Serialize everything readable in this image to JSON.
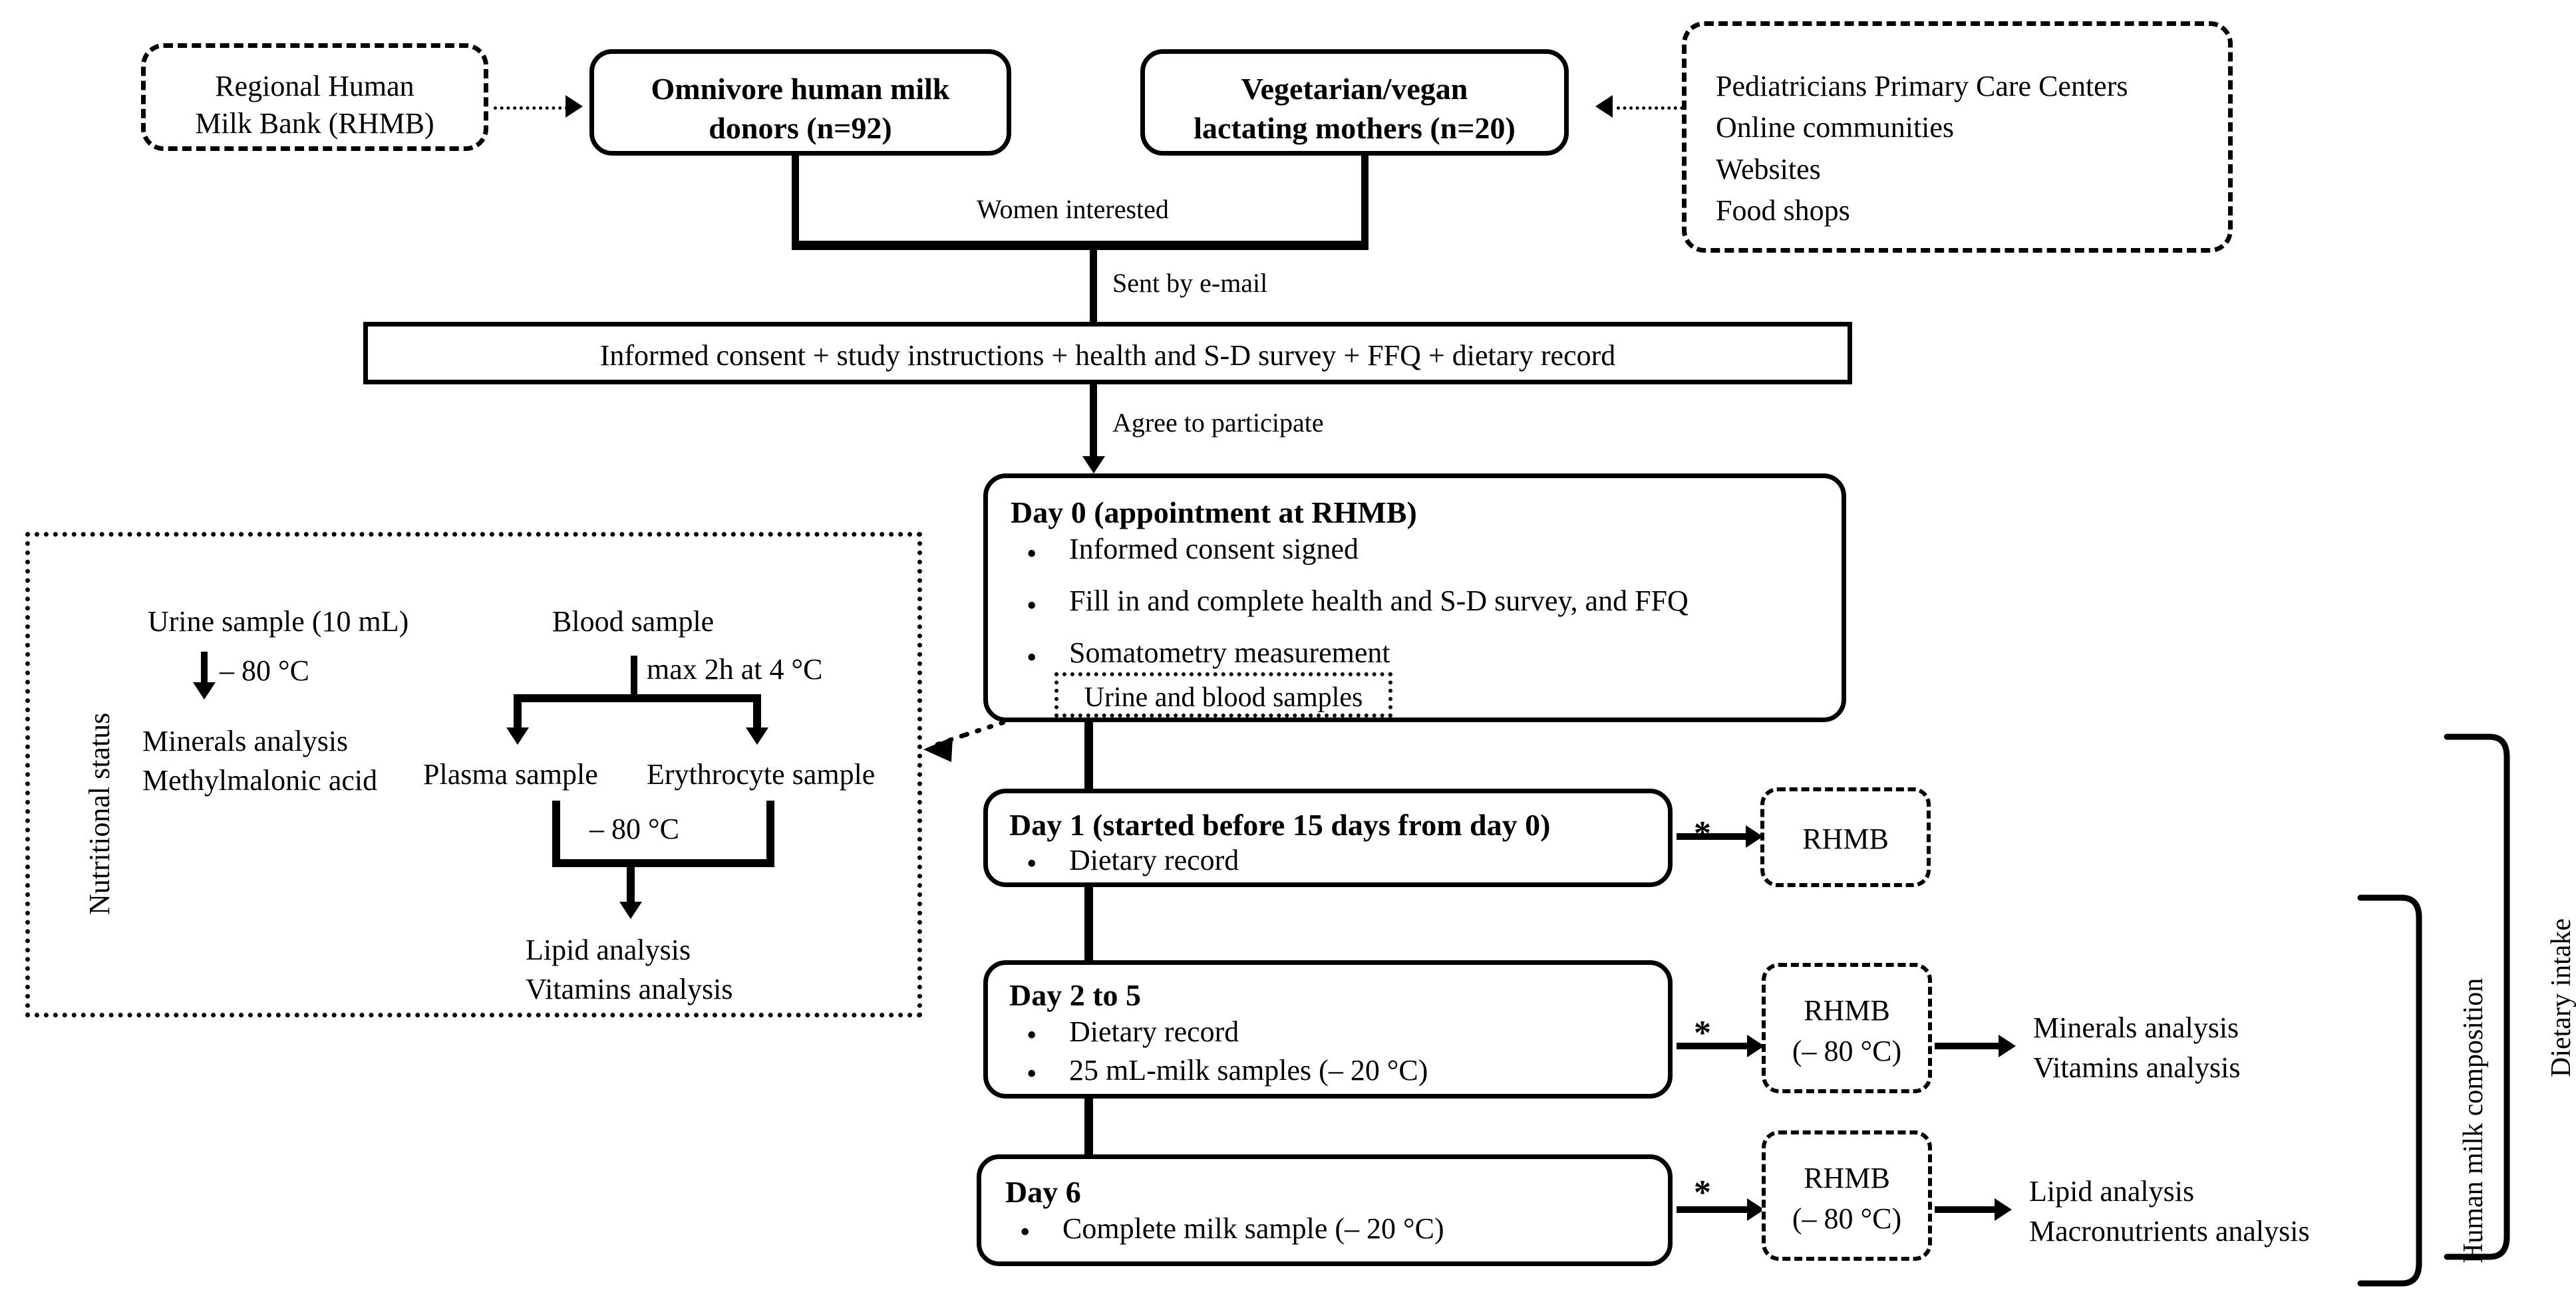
{
  "figure": {
    "type": "study-design-flowchart",
    "title": "Study design flowchart of human milk donors and vegetarian/vegan lactating mothers"
  },
  "recruitment": {
    "rhmb_source": "Regional Human\nMilk Bank (RHMB)",
    "omnivore_group": "Omnivore human milk\ndonors (n=92)",
    "vegetarian_group": "Vegetarian/vegan\nlactating mothers (n=20)",
    "other_sources": "Pediatricians Primary Care Centers\nOnline communities\nWebsites\nFood shops",
    "women_interested_label": "Women interested",
    "sent_by_email_label": "Sent by e-mail",
    "agree_to_participate_label": "Agree to participate"
  },
  "consent_bar": {
    "text": "Informed consent + study instructions + health and S-D survey + FFQ + dietary record"
  },
  "day0": {
    "title": "Day 0 (appointment at RHMB)",
    "bullets": [
      "Informed consent signed",
      "Fill in and complete health and S-D survey, and FFQ",
      "Somatometry measurement"
    ],
    "samples_box": "Urine and blood samples"
  },
  "day1": {
    "title": "Day 1 (started before 15 days from day 0)",
    "bullets": [
      "Dietary record"
    ],
    "asterisk": "*",
    "destination": "RHMB"
  },
  "day2to5": {
    "title": "Day 2 to 5",
    "bullets": [
      "Dietary record",
      "25 mL-milk samples (– 20 °C)"
    ],
    "asterisk": "*",
    "destination": "RHMB\n(– 80 °C)",
    "analyses": "Minerals analysis\nVitamins analysis"
  },
  "day6": {
    "title": "Day 6",
    "bullets": [
      "Complete milk sample (– 20 °C)"
    ],
    "asterisk": "*",
    "destination": "RHMB\n(– 80 °C)",
    "analyses": "Lipid analysis\nMacronutrients analysis"
  },
  "nutritional_panel": {
    "brace_label": "Nutritional status",
    "urine": {
      "sample": "Urine sample (10 mL)",
      "temperature": "– 80 °C",
      "analyses": "Minerals analysis\nMethylmalonic acid"
    },
    "blood": {
      "sample": "Blood sample",
      "condition": "max 2h at 4 °C",
      "plasma": "Plasma sample",
      "erythrocyte": "Erythrocyte sample",
      "temperature": "– 80 °C",
      "analyses": "Lipid analysis\nVitamins analysis"
    }
  },
  "right_braces": {
    "human_milk_composition": "Human milk composition",
    "dietary_intake": "Dietary intake"
  },
  "colors": {
    "stroke": "#000000",
    "background": "#ffffff"
  }
}
